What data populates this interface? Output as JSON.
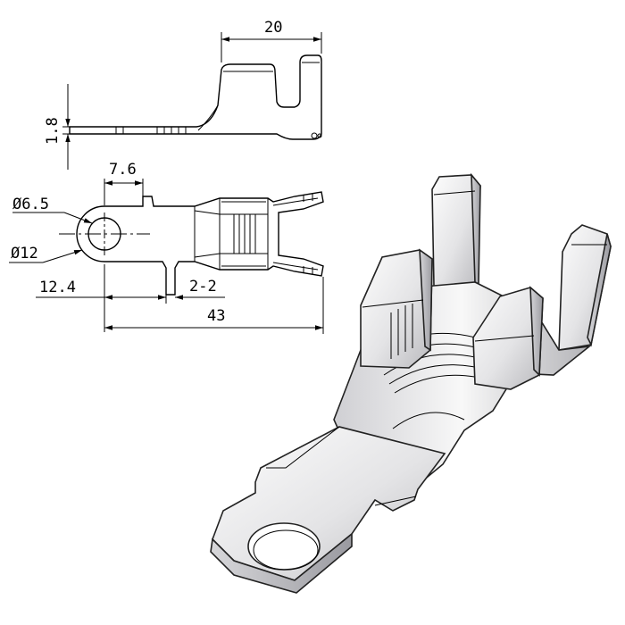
{
  "drawing": {
    "dimensions": {
      "width_top": "20",
      "thickness": "1.8",
      "ring_offset": "7.6",
      "hole_diameter": "Ø6.5",
      "ring_diameter": "Ø12",
      "neck_position": "12.4",
      "neck_width": "2-2",
      "overall_length": "43"
    },
    "colors": {
      "line": "#000000",
      "surface": "#e9e9ea",
      "background": "#ffffff"
    }
  }
}
